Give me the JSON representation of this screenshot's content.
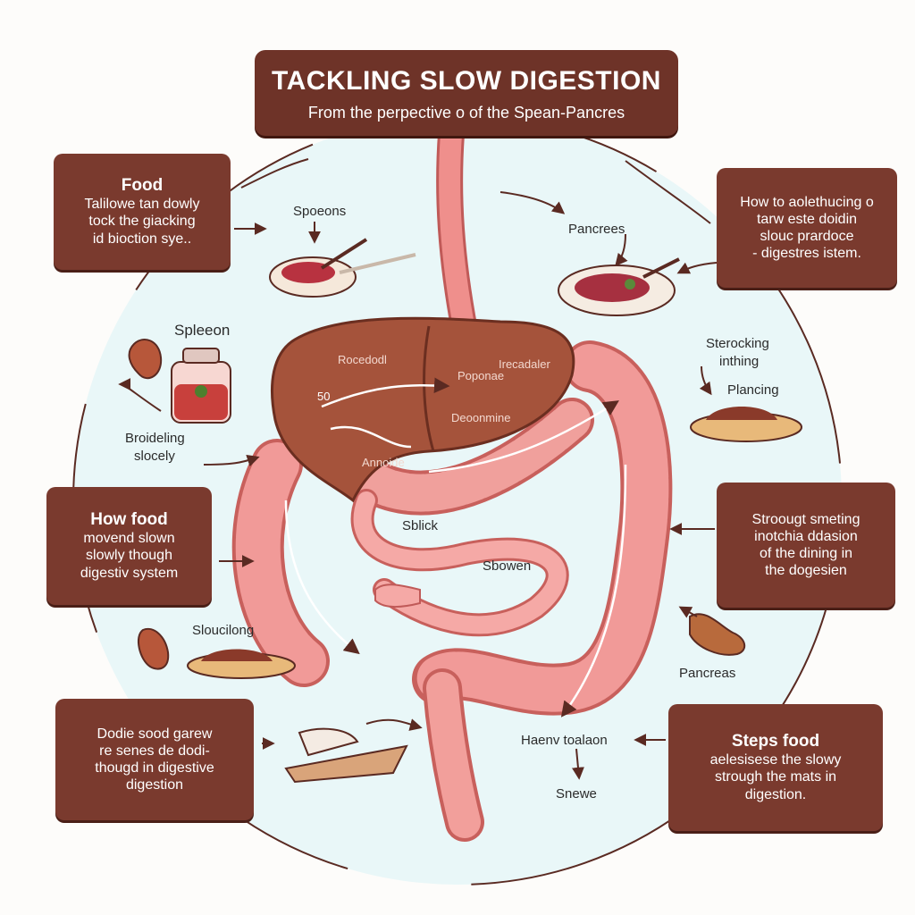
{
  "header": {
    "title": "TACKLING SLOW DIGESTION",
    "subtitle": "From the perpective o of the Spean-Pancres"
  },
  "boxes": {
    "top_left": {
      "heading": "Food",
      "line1": "Talilowe tan dowly",
      "line2": "tock the giacking",
      "line3": "id bioction sye.."
    },
    "top_right": {
      "line1": "How to aolethucing o",
      "line2": "tarw este doidin",
      "line3": "slouc prardoce",
      "line4": "- digestres istem."
    },
    "mid_left": {
      "heading": "How food",
      "line1": "movend slown",
      "line2": "slowly though",
      "line3": "digestiv system"
    },
    "mid_right": {
      "line1": "Stroougt smeting",
      "line2": "inotchia ddasion",
      "line3": "of the dining in",
      "line4": "the dogesien"
    },
    "bottom_left": {
      "line1": "Dodie  sood garew",
      "line2": "re senes de dodi-",
      "line3": "thougd in digestive",
      "line4": "digestion"
    },
    "bottom_right": {
      "heading": "Steps food",
      "line1": "aelesisese the slowy",
      "line2": "strough the mats in",
      "line3": "digestion."
    }
  },
  "labels": {
    "spoons": "Spoeons",
    "pancrees": "Pancrees",
    "spleen": "Spleeon",
    "broadening": "Broideling",
    "slowly": "slocely",
    "stretching": "Sterocking",
    "inthing": "inthing",
    "planning": "Plancing",
    "stick": "Sblick",
    "shown": "Sbowen",
    "slouching": "Sloucilong",
    "pancreas": "Pancreas",
    "harvest": "Haenv toalaon",
    "snewe": "Snewe",
    "liver_a": "Rocedodl",
    "liver_b": "Poponae",
    "liver_c": "Irecadaler",
    "liver_d": "Deoonmine",
    "liver_e": "Annoide",
    "liver_num": "50"
  },
  "colors": {
    "box_fill": "#7a3a2e",
    "liver": "#a8533a",
    "intestine": "#ec8a8a",
    "background_circle": "#e8f7f8"
  }
}
